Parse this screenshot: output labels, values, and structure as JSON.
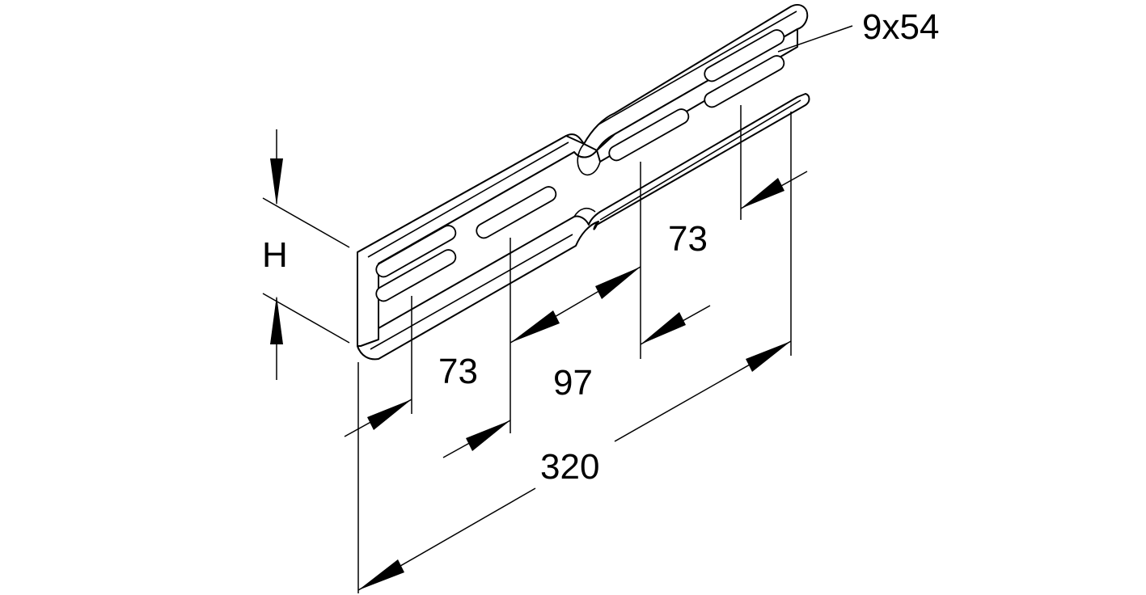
{
  "labels": {
    "height": "H",
    "slot_size": "9x54",
    "spacing_left": "73",
    "spacing_middle": "97",
    "spacing_right": "73",
    "overall_length": "320"
  }
}
